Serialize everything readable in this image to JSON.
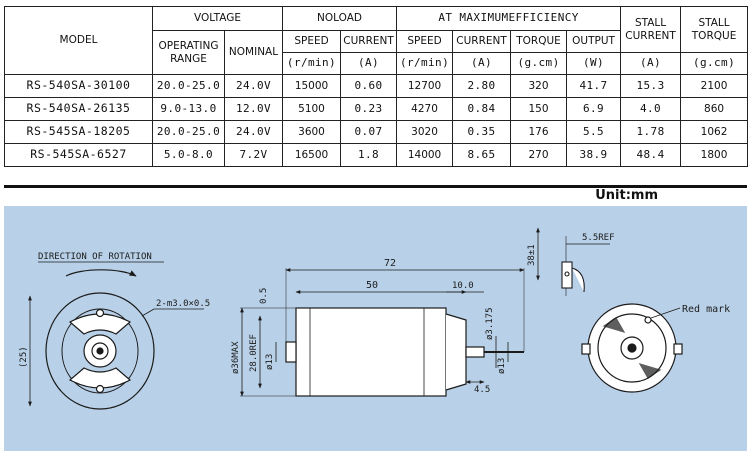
{
  "table": {
    "header": {
      "model": "MODEL",
      "voltage": "VOLTAGE",
      "operating_range": "OPERATING RANGE",
      "nominal": "NOMINAL",
      "noload": "NOLOAD",
      "max_eff": "AT MAXIMUMEFFICIENCY",
      "stall_current": "STALL CURRENT",
      "stall_torque": "STALL TORQUE",
      "speed": "SPEED",
      "current": "CURRENT",
      "torque": "TORQUE",
      "output": "OUTPUT",
      "unit_rpm": "(r/min)",
      "unit_a": "(A)",
      "unit_gcm": "(g.cm)",
      "unit_w": "(W)"
    },
    "rows": [
      {
        "model": "RS-540SA-30100",
        "range": "20.0-25.0",
        "nominal": "24.0V",
        "nl_speed": "15000",
        "nl_current": "0.60",
        "me_speed": "12700",
        "me_current": "2.80",
        "me_torque": "320",
        "me_output": "41.7",
        "stall_current": "15.3",
        "stall_torque": "2100"
      },
      {
        "model": "RS-540SA-26135",
        "range": "9.0-13.0",
        "nominal": "12.0V",
        "nl_speed": "5100",
        "nl_current": "0.23",
        "me_speed": "4270",
        "me_current": "0.84",
        "me_torque": "150",
        "me_output": "6.9",
        "stall_current": "4.0",
        "stall_torque": "860"
      },
      {
        "model": "RS-545SA-18205",
        "range": "20.0-25.0",
        "nominal": "24.0V",
        "nl_speed": "3600",
        "nl_current": "0.07",
        "me_speed": "3020",
        "me_current": "0.35",
        "me_torque": "176",
        "me_output": "5.5",
        "stall_current": "1.78",
        "stall_torque": "1062"
      },
      {
        "model": "RS-545SA-6527",
        "range": "5.0-8.0",
        "nominal": "7.2V",
        "nl_speed": "16500",
        "nl_current": "1.8",
        "me_speed": "14000",
        "me_current": "8.65",
        "me_torque": "270",
        "me_output": "38.9",
        "stall_current": "48.4",
        "stall_torque": "1800"
      }
    ]
  },
  "unit_label": "Unit:mm",
  "drawing": {
    "background": "#b9d1e8",
    "direction_label": "DIRECTION OF ROTATION",
    "hole_label": "2-m3.0×0.5",
    "dim_25": "(25)",
    "dim_36": "ø36MAX",
    "dim_28": "28.0REF",
    "dim_13_left": "ø13",
    "dim_05": "0.5",
    "dim_72": "72",
    "dim_50": "50",
    "dim_10": "10.0",
    "dim_3175": "ø3.175",
    "dim_13_right": "ø13",
    "dim_45": "4.5",
    "dim_38": "38±1",
    "dim_55": "5.5REF",
    "red_mark": "Red mark"
  }
}
